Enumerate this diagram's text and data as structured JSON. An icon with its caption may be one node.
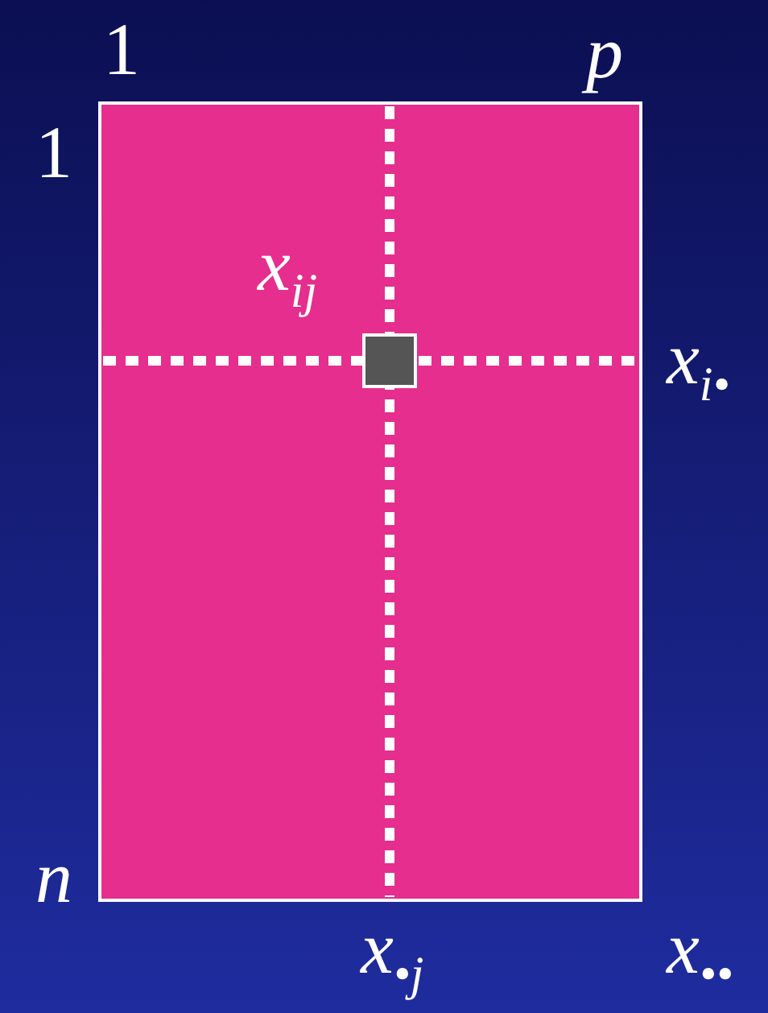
{
  "diagram": {
    "labels": [
      "1",
      "p",
      "1",
      "x$_{ij}$",
      "x$_{i•}$",
      "n",
      "x$_{•j}$",
      "x$_{••}$"
    ]
  }
}
